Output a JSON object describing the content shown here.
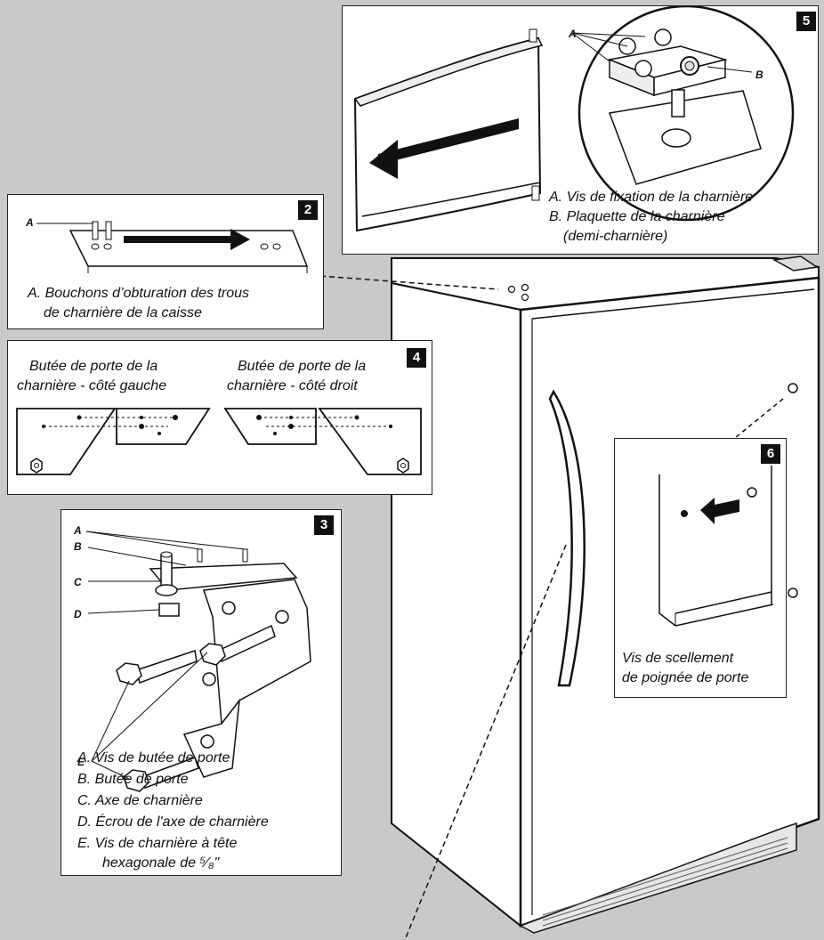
{
  "colors": {
    "background": "#c9c9c9",
    "panel": "#ffffff",
    "ink": "#111111",
    "badge": "#111111"
  },
  "panel5": {
    "badge": "5",
    "label_a": "A",
    "label_b": "B",
    "caption_a": "A. Vis de fixation de la charnière",
    "caption_b_1": "B. Plaquette de la charnière",
    "caption_b_2": "(demi-charnière)"
  },
  "panel2": {
    "badge": "2",
    "label_a": "A",
    "caption_1": "A. Bouchons d’obturation des trous",
    "caption_2": "de charnière de la caisse"
  },
  "panel4": {
    "badge": "4",
    "left_title_1": "Butée de porte de la",
    "left_title_2": "charnière - côté gauche",
    "right_title_1": "Butée de porte de la",
    "right_title_2": "charnière - côté droit"
  },
  "panel3": {
    "badge": "3",
    "label_a": "A",
    "label_b": "B",
    "label_c": "C",
    "label_d": "D",
    "label_e": "E",
    "legend_a": "A. Vis de butée de porte",
    "legend_b": "B. Butée de porte",
    "legend_c": "C. Axe de charnière",
    "legend_d": "D. Écrou de l'axe de charnière",
    "legend_e_1": "E. Vis de charnière à tête",
    "legend_e_2": "hexagonale de ⁵⁄₈\""
  },
  "panel6": {
    "badge": "6",
    "caption_1": "Vis de scellement",
    "caption_2": "de poignée de porte"
  }
}
